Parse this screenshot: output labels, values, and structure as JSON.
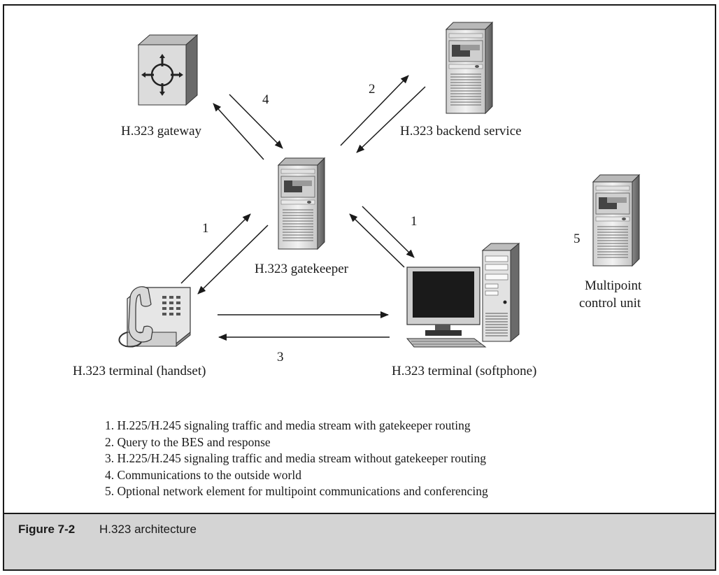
{
  "nodes": {
    "gateway": "H.323 gateway",
    "backend": "H.323 backend service",
    "gatekeeper": "H.323 gatekeeper",
    "mcu_line1": "Multipoint",
    "mcu_line2": "control unit",
    "handset": "H.323 terminal (handset)",
    "softphone": "H.323 terminal (softphone)"
  },
  "flow_numbers": {
    "gateway_link": "4",
    "backend_link": "2",
    "handset_link": "1",
    "softphone_link": "1",
    "terminal_link": "3",
    "mcu": "5"
  },
  "legend": [
    "1. H.225/H.245 signaling traffic and media stream with gatekeeper routing",
    "2. Query to the BES and response",
    "3. H.225/H.245 signaling traffic and media stream without gatekeeper routing",
    "4. Communications to the outside world",
    "5. Optional network element for multipoint communications and conferencing"
  ],
  "caption": {
    "label": "Figure 7-2",
    "title": "H.323 architecture"
  },
  "colors": {
    "caption_bg": "#d4d4d4",
    "ink": "#1a1a1a"
  }
}
